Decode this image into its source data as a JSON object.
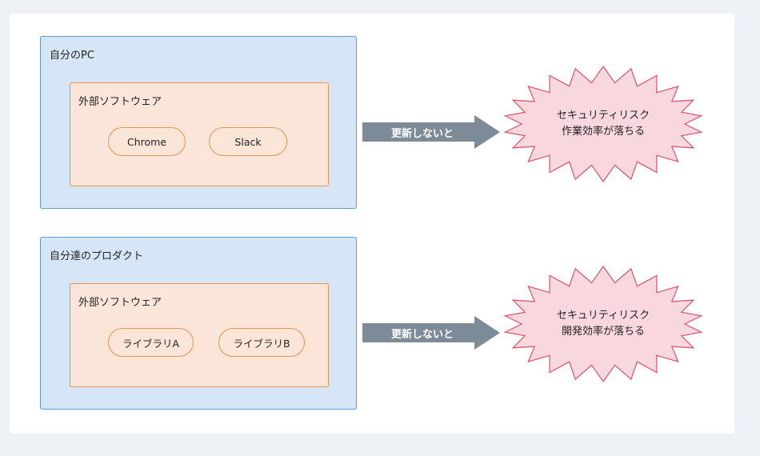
{
  "groups": [
    {
      "title": "自分のPC",
      "inner_title": "外部ソフトウェア",
      "items": [
        "Chrome",
        "Slack"
      ],
      "arrow_label": "更新しないと",
      "risk_lines": [
        "セキュリティリスク",
        "作業効率が落ちる"
      ]
    },
    {
      "title": "自分達のプロダクト",
      "inner_title": "外部ソフトウェア",
      "items": [
        "ライブラリA",
        "ライブラリB"
      ],
      "arrow_label": "更新しないと",
      "risk_lines": [
        "セキュリティリスク",
        "開発効率が落ちる"
      ]
    }
  ],
  "colors": {
    "outer_fill": "#d6e6f7",
    "outer_stroke": "#5b9bd5",
    "inner_fill": "#fbe5d9",
    "inner_stroke": "#e8924a",
    "arrow_fill": "#7d8a98",
    "burst_fill": "#f8d7de",
    "burst_stroke": "#d9536b"
  }
}
